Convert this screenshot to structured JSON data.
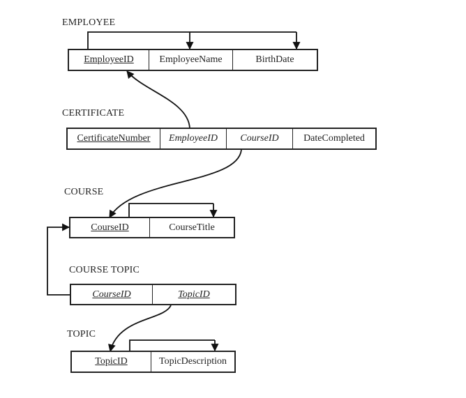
{
  "tables": {
    "employee": {
      "title": "EMPLOYEE",
      "columns": [
        "EmployeeID",
        "EmployeeName",
        "BirthDate"
      ]
    },
    "certificate": {
      "title": "CERTIFICATE",
      "columns": [
        "CertificateNumber",
        "EmployeeID",
        "CourseID",
        "DateCompleted"
      ]
    },
    "course": {
      "title": "COURSE",
      "columns": [
        "CourseID",
        "CourseTitle"
      ]
    },
    "course_topic": {
      "title": "COURSE TOPIC",
      "columns": [
        "CourseID",
        "TopicID"
      ]
    },
    "topic": {
      "title": "TOPIC",
      "columns": [
        "TopicID",
        "TopicDescription"
      ]
    }
  }
}
